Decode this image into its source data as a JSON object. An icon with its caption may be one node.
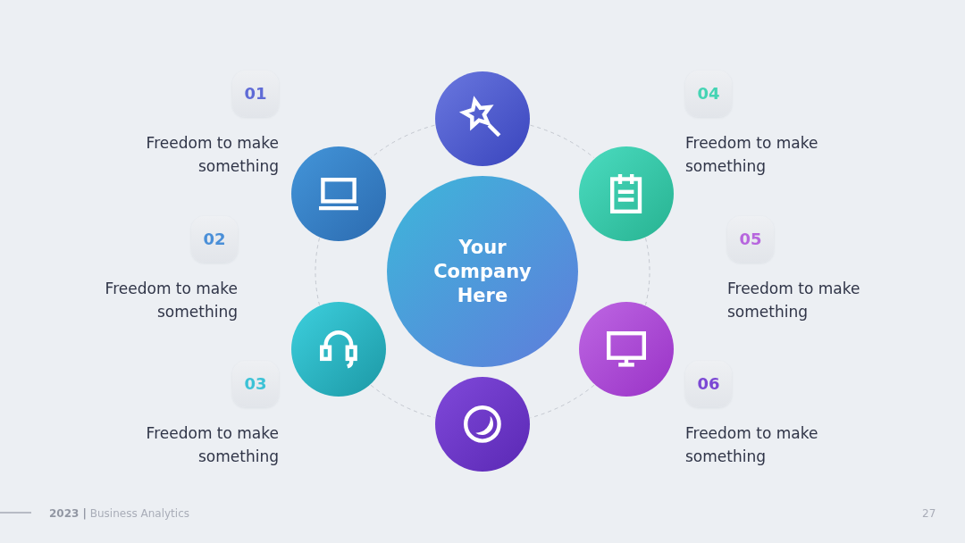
{
  "diagram": {
    "nodes": [
      {
        "text": [
          "Your Company Here"
        ]
      },
      {
        "text": [],
        "shape": "circle"
      },
      {
        "text": [],
        "shape": "circle"
      },
      {
        "text": [],
        "shape": "circle"
      },
      {
        "text": [],
        "shape": "circle"
      },
      {
        "text": [],
        "shape": "circle"
      },
      {
        "text": [],
        "shape": "circle"
      },
      {
        "text": [
          "01"
        ],
        "beside": [
          "Freedom to make something"
        ]
      },
      {
        "text": [
          "02"
        ],
        "beside": [
          "Freedom to make something"
        ]
      },
      {
        "text": [
          "03"
        ],
        "beside": [
          "Freedom to make something"
        ]
      },
      {
        "text": [
          "04"
        ],
        "beside": [
          "Freedom to make something"
        ]
      },
      {
        "text": [
          "05"
        ],
        "beside": [
          "Freedom to make something"
        ]
      },
      {
        "text": [
          "06"
        ],
        "beside": [
          "Freedom to make something"
        ]
      }
    ],
    "edges": [
      {
        "from": 1,
        "to": 2,
        "arrow": "none",
        "style": "dashed"
      },
      {
        "from": 1,
        "to": 3,
        "arrow": "none",
        "style": "dashed"
      },
      {
        "from": 2,
        "to": 4,
        "arrow": "none",
        "style": "dashed"
      },
      {
        "from": 3,
        "to": 5,
        "arrow": "none",
        "style": "dashed"
      },
      {
        "from": 4,
        "to": 6,
        "arrow": "none",
        "style": "dashed"
      },
      {
        "from": 5,
        "to": 6,
        "arrow": "none",
        "style": "dashed"
      }
    ],
    "labels": [
      "**2023 |** Business Analytics",
      "27"
    ]
  }
}
